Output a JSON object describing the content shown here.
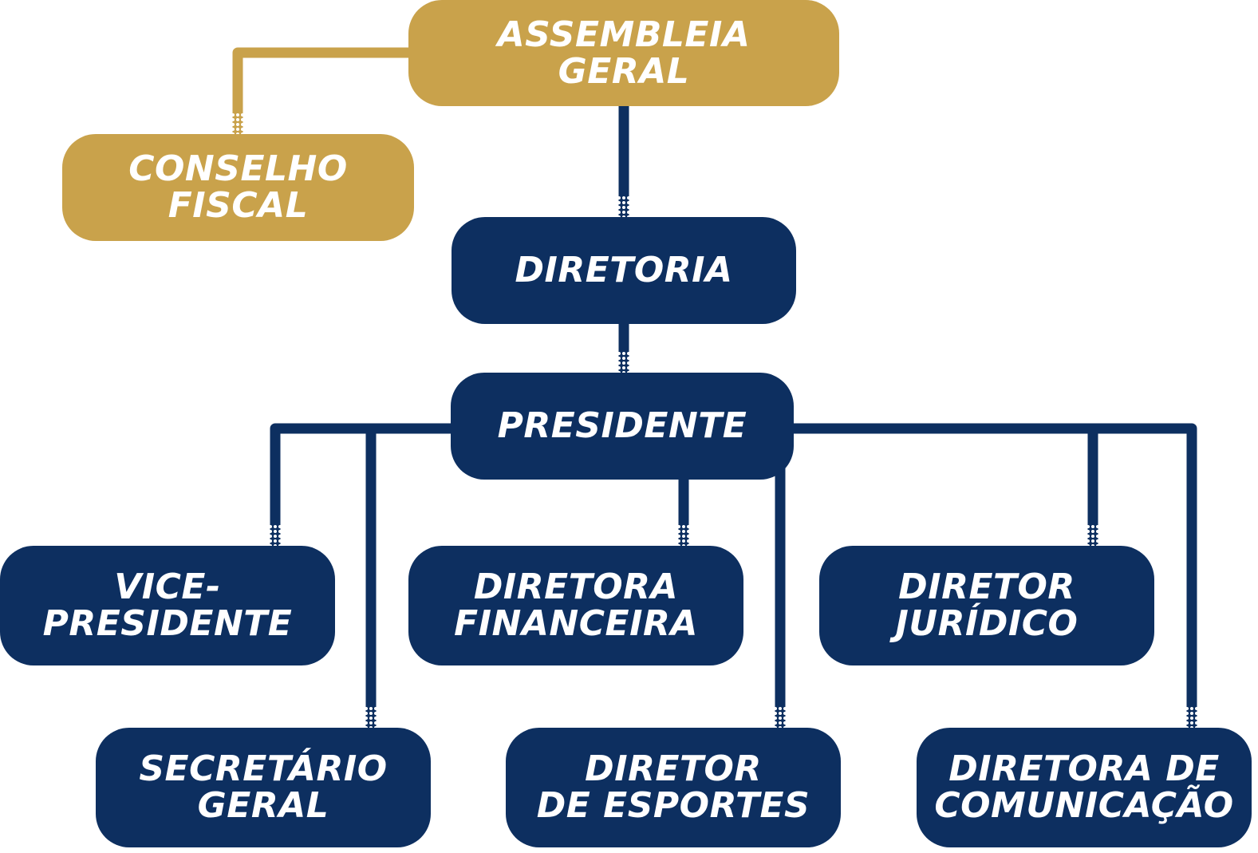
{
  "colors": {
    "gold": "#c9a24b",
    "navy": "#0d2f60",
    "text": "#ffffff"
  },
  "nodes": {
    "assembleia": {
      "line1": "ASSEMBLEIA",
      "line2": "GERAL"
    },
    "conselho": {
      "line1": "CONSELHO",
      "line2": "FISCAL"
    },
    "diretoria": {
      "line1": "DIRETORIA"
    },
    "presidente": {
      "line1": "PRESIDENTE"
    },
    "vice": {
      "line1": "VICE-",
      "line2": "PRESIDENTE"
    },
    "financeira": {
      "line1": "DIRETORA",
      "line2": "FINANCEIRA"
    },
    "juridico": {
      "line1": "DIRETOR",
      "line2": "JURÍDICO"
    },
    "secretario": {
      "line1": "SECRETÁRIO",
      "line2": "GERAL"
    },
    "esportes": {
      "line1": "DIRETOR",
      "line2": "DE ESPORTES"
    },
    "comunicacao": {
      "line1": "DIRETORA DE",
      "line2": "COMUNICAÇÃO"
    }
  }
}
